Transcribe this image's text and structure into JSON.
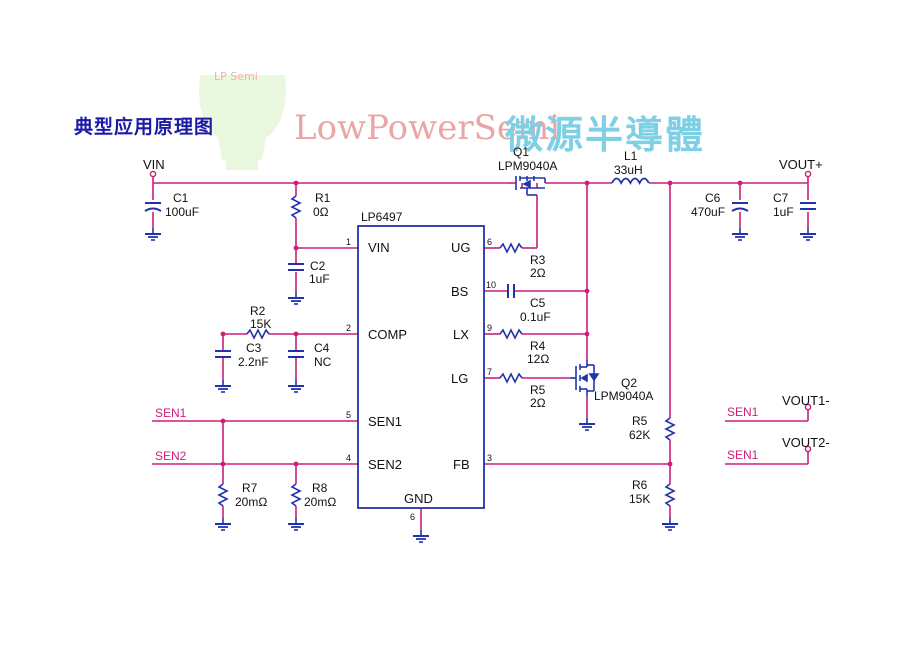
{
  "page": {
    "title": "典型应用原理图",
    "brand_latin": "LowPowerSemi",
    "brand_cn": "微源半導體",
    "logo_text": "LP Semi"
  },
  "colors": {
    "wire": "#cc1f7a",
    "component": "#2233aa",
    "title": "#1a1aa6",
    "brand_latin": "#e9a6a6",
    "brand_cn": "#7fd0e6",
    "logo": "#d8f2c4"
  },
  "ic": {
    "name": "LP6497",
    "pins_left": [
      {
        "num": "1",
        "label": "VIN"
      },
      {
        "num": "2",
        "label": "COMP"
      },
      {
        "num": "5",
        "label": "SEN1"
      },
      {
        "num": "4",
        "label": "SEN2"
      }
    ],
    "pins_right": [
      {
        "num": "6",
        "label": "UG"
      },
      {
        "num": "10",
        "label": "BS"
      },
      {
        "num": "9",
        "label": "LX"
      },
      {
        "num": "7",
        "label": "LG"
      },
      {
        "num": "3",
        "label": "FB"
      }
    ],
    "pin_bottom": {
      "num": "6",
      "label": "GND"
    }
  },
  "nets": {
    "vin": "VIN",
    "vout_plus": "VOUT+",
    "sen1": "SEN1",
    "sen2": "SEN2",
    "vout1_minus": "VOUT1-",
    "vout2_minus": "VOUT2-",
    "vout1_sen": "SEN1",
    "vout2_sen": "SEN1"
  },
  "components": {
    "c1": {
      "ref": "C1",
      "value": "100uF"
    },
    "r1": {
      "ref": "R1",
      "value": "0Ω"
    },
    "c2": {
      "ref": "C2",
      "value": "1uF"
    },
    "r2": {
      "ref": "R2",
      "value": "15K"
    },
    "c3": {
      "ref": "C3",
      "value": "2.2nF"
    },
    "c4": {
      "ref": "C4",
      "value": "NC"
    },
    "q1": {
      "ref": "Q1",
      "value": "LPM9040A"
    },
    "l1": {
      "ref": "L1",
      "value": "33uH"
    },
    "c6": {
      "ref": "C6",
      "value": "470uF"
    },
    "c7": {
      "ref": "C7",
      "value": "1uF"
    },
    "r3": {
      "ref": "R3",
      "value": "2Ω"
    },
    "c5": {
      "ref": "C5",
      "value": "0.1uF"
    },
    "r4": {
      "ref": "R4",
      "value": "12Ω"
    },
    "r5": {
      "ref": "R5",
      "value": "2Ω"
    },
    "q2": {
      "ref": "Q2",
      "value": "LPM9040A"
    },
    "r5b": {
      "ref": "R5",
      "value": "62K"
    },
    "r6": {
      "ref": "R6",
      "value": "15K"
    },
    "r7": {
      "ref": "R7",
      "value": "20mΩ"
    },
    "r8": {
      "ref": "R8",
      "value": "20mΩ"
    }
  }
}
